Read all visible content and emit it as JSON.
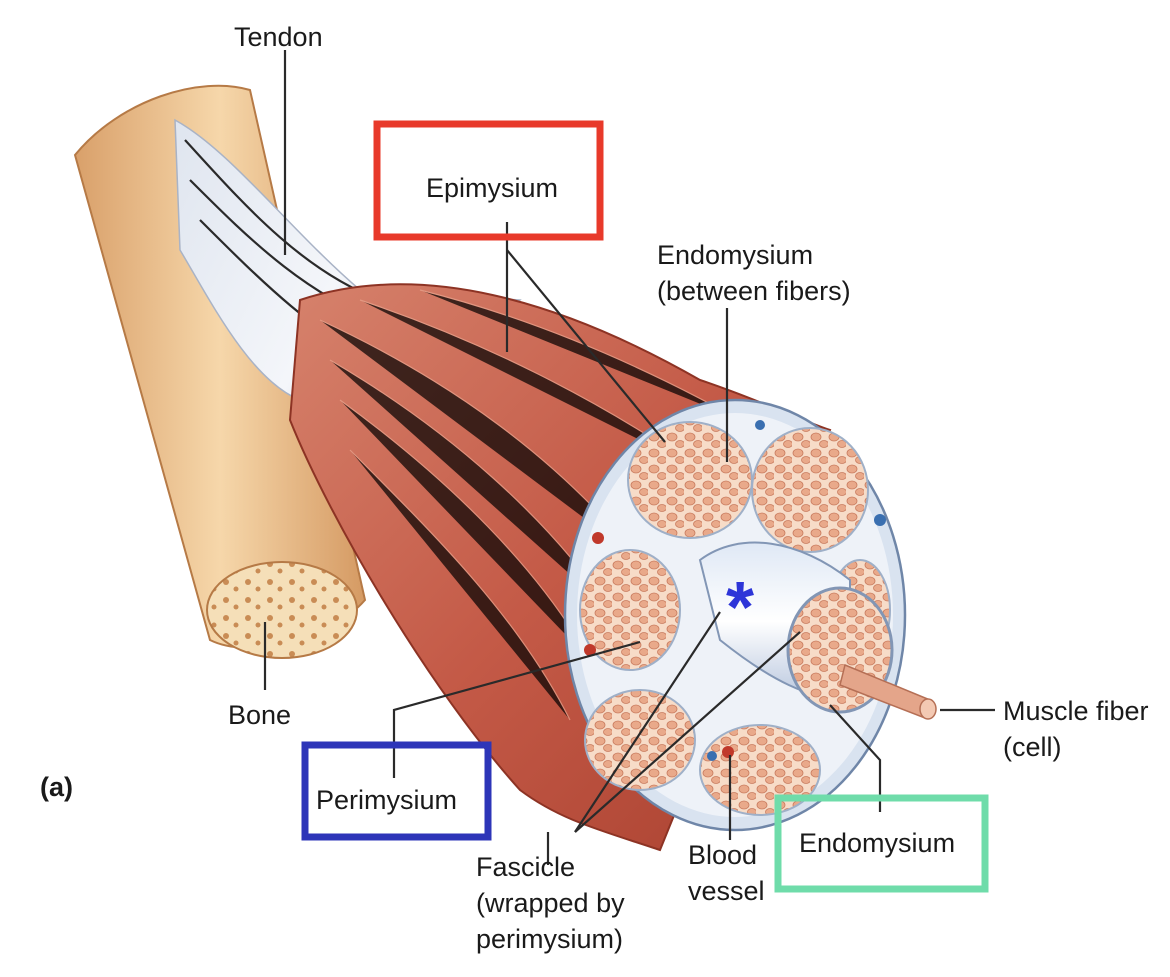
{
  "labels": {
    "tendon": "Tendon",
    "epimysium": "Epimysium",
    "endomysium_between_line1": "Endomysium",
    "endomysium_between_line2": "(between fibers)",
    "bone": "Bone",
    "panel": "(a)",
    "perimysium": "Perimysium",
    "fascicle_line1": "Fascicle",
    "fascicle_line2": "(wrapped by",
    "fascicle_line3": "perimysium)",
    "blood_vessel_line1": "Blood",
    "blood_vessel_line2": "vessel",
    "endomysium": "Endomysium",
    "muscle_fiber_line1": "Muscle fiber",
    "muscle_fiber_line2": "(cell)",
    "marker": "*"
  },
  "highlight_colors": {
    "epimysium_box": "#e8392a",
    "perimysium_box": "#2d35b8",
    "endomysium_box": "#6fdcaa",
    "marker": "#2d35d8"
  }
}
